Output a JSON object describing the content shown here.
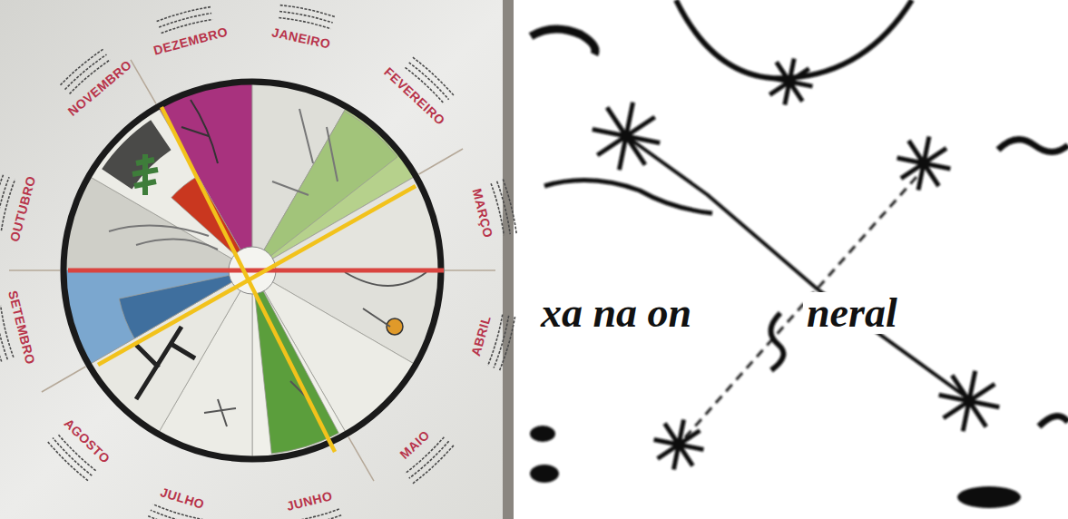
{
  "diagram": {
    "labels": [
      "DEZEMBRO",
      "JANEIRO",
      "FEVEREIRO",
      "MARÇO",
      "ABRIL",
      "MAIO",
      "JUNHO",
      "JULHO",
      "AGOSTO",
      "SETEMBRO",
      "OUTUBRO",
      "NOVEMBRO",
      "xa na on",
      "neral"
    ]
  }
}
